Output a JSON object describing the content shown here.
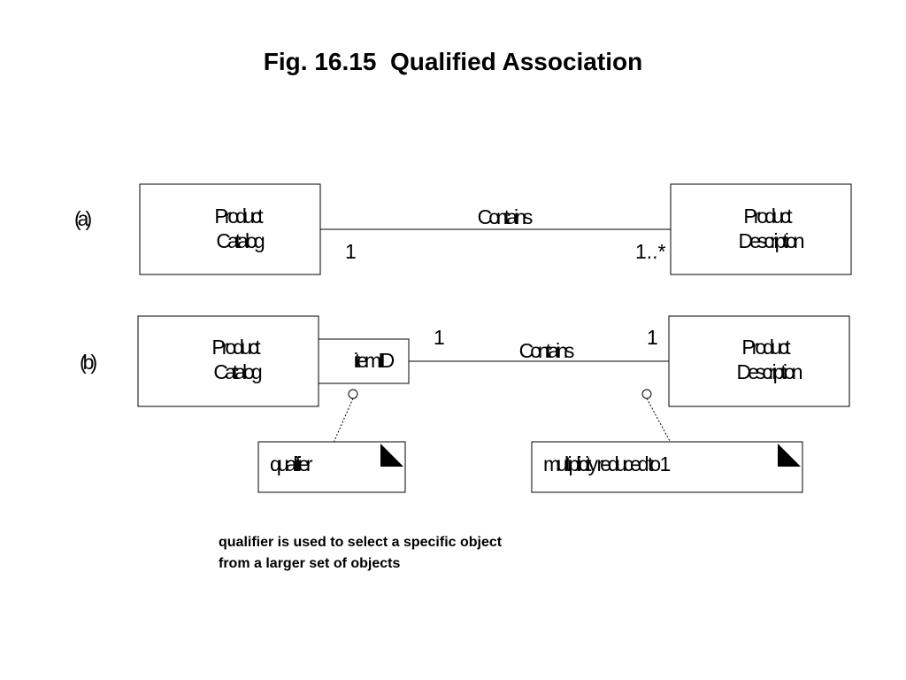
{
  "title": "Fig. 16.15  Qualified Association",
  "diagram_a": {
    "label": "(a)",
    "left_class": {
      "line1": "Product",
      "line2": "Catalog"
    },
    "right_class": {
      "line1": "Product",
      "line2": "Description"
    },
    "association": "Contains",
    "mult_left": "1",
    "mult_right": "1..*"
  },
  "diagram_b": {
    "label": "(b)",
    "left_class": {
      "line1": "Product",
      "line2": "Catalog"
    },
    "qualifier": "itemID",
    "right_class": {
      "line1": "Product",
      "line2": "Description"
    },
    "association": "Contains",
    "mult_left": "1",
    "mult_right": "1"
  },
  "notes": {
    "qualifier_note": "qualifier",
    "multiplicity_note": "multiplicity reduced to 1"
  },
  "caption": {
    "line1": "qualifier is used to select a specific object",
    "line2": "from a larger set of objects"
  }
}
